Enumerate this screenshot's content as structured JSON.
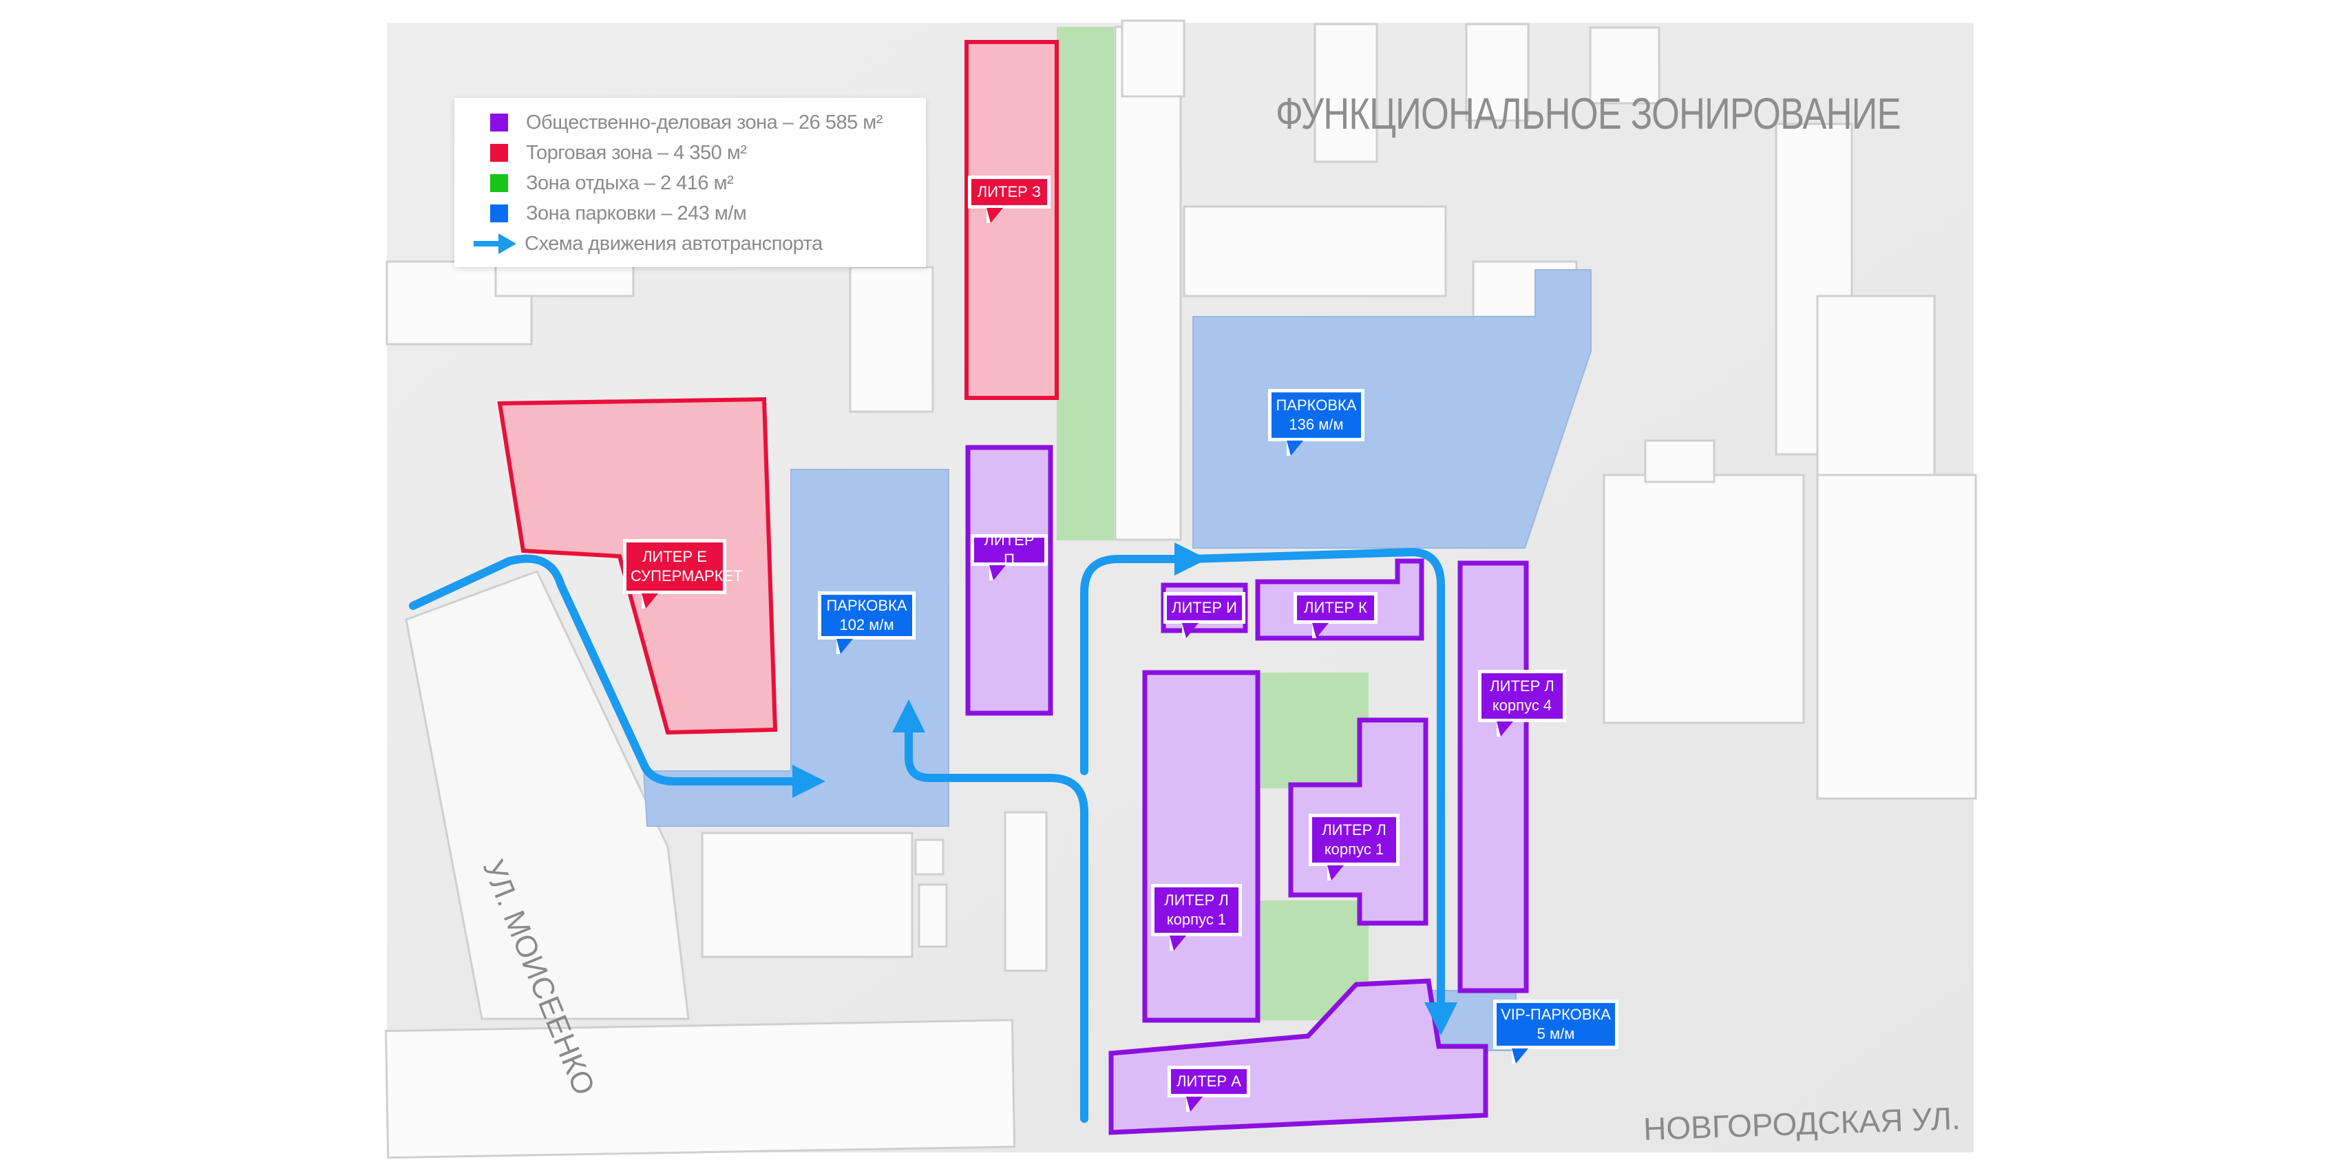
{
  "title": "ФУНКЦИОНАЛЬНОЕ ЗОНИРОВАНИЕ",
  "legend": {
    "items": [
      {
        "label": "Общественно-деловая зона – 26 585 м²",
        "color": "#8b0ee6"
      },
      {
        "label": "Торговая зона – 4 350 м²",
        "color": "#ea0f3f"
      },
      {
        "label": "Зона отдыха – 2 416 м²",
        "color": "#17c41a"
      },
      {
        "label": "Зона парковки – 243 м/м",
        "color": "#0a6cf0"
      }
    ],
    "arrow_label": "Схема движения автотранспорта",
    "arrow_color": "#1a9af0"
  },
  "streets": {
    "moiseenko": "УЛ. МОИСЕЕНКО",
    "novgorodskaya": "НОВГОРОДСКАЯ УЛ."
  },
  "labels": {
    "liter_z": {
      "line1": "ЛИТЕР З"
    },
    "liter_e": {
      "line1": "ЛИТЕР Е",
      "line2": "СУПЕРМАРКЕТ"
    },
    "parking_102": {
      "line1": "ПАРКОВКА",
      "line2": "102 м/м"
    },
    "liter_p": {
      "line1": "ЛИТЕР П"
    },
    "parking_136": {
      "line1": "ПАРКОВКА",
      "line2": "136 м/м"
    },
    "liter_i": {
      "line1": "ЛИТЕР И"
    },
    "liter_k": {
      "line1": "ЛИТЕР К"
    },
    "liter_l4": {
      "line1": "ЛИТЕР Л",
      "line2": "корпус 4"
    },
    "liter_l1_center": {
      "line1": "ЛИТЕР Л",
      "line2": "корпус 1"
    },
    "liter_l1_left": {
      "line1": "ЛИТЕР Л",
      "line2": "корпус 1"
    },
    "vip_parking": {
      "line1": "VIP-ПАРКОВКА",
      "line2": "5 м/м"
    },
    "liter_a": {
      "line1": "ЛИТЕР А"
    }
  }
}
